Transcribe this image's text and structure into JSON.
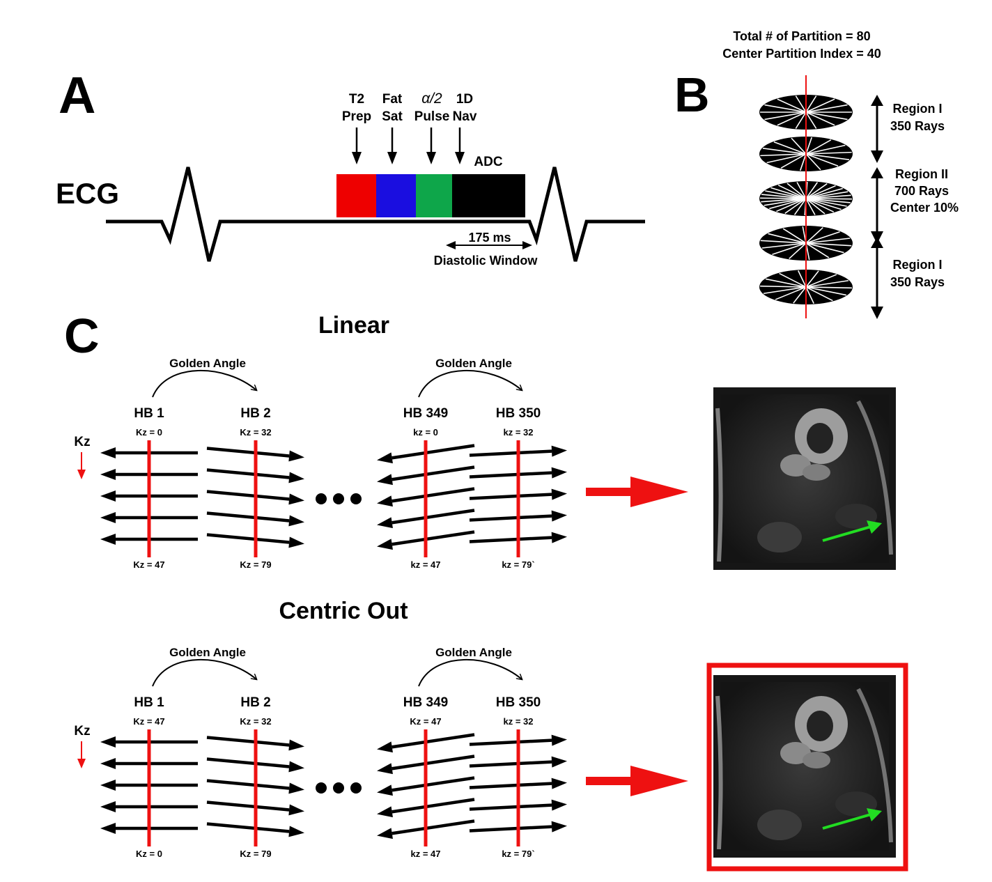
{
  "panels": {
    "a": "A",
    "b": "B",
    "c": "C"
  },
  "panel_a": {
    "ecg_label": "ECG",
    "modules": [
      {
        "label1": "T2",
        "label2": "Prep",
        "color": "#ee0000"
      },
      {
        "label1": "Fat",
        "label2": "Sat",
        "color": "#1a0ee0"
      },
      {
        "label1": "α/2",
        "label2": "Pulse",
        "color": "#0ea64a"
      },
      {
        "label1": "1D",
        "label2": "Nav",
        "color": "#000000"
      }
    ],
    "adc_label": "ADC",
    "window_duration": "175 ms",
    "window_label": "Diastolic Window"
  },
  "panel_b": {
    "line1": "Total # of Partition = 80",
    "line2": "Center Partition Index = 40",
    "regions": [
      {
        "lines": [
          "Region I",
          "350 Rays"
        ]
      },
      {
        "lines": [
          "Region II",
          "700 Rays",
          "Center 10%"
        ]
      },
      {
        "lines": [
          "Region I",
          "350 Rays"
        ]
      }
    ]
  },
  "panel_c": {
    "kz_label": "Kz",
    "golden_angle": "Golden Angle",
    "sections": [
      {
        "title": "Linear",
        "beats": [
          {
            "label": "HB 1",
            "kz_top": "Kz = 0",
            "kz_bottom": "Kz = 47"
          },
          {
            "label": "HB 2",
            "kz_top": "Kz = 32",
            "kz_bottom": "Kz = 79"
          },
          {
            "label": "HB 349",
            "kz_top": "kz = 0",
            "kz_bottom": "kz = 47"
          },
          {
            "label": "HB 350",
            "kz_top": "kz = 32",
            "kz_bottom": "kz = 79`"
          }
        ],
        "highlighted": false
      },
      {
        "title": "Centric Out",
        "beats": [
          {
            "label": "HB 1",
            "kz_top": "Kz = 47",
            "kz_bottom": "Kz = 0"
          },
          {
            "label": "HB 2",
            "kz_top": "Kz = 32",
            "kz_bottom": "Kz = 79"
          },
          {
            "label": "HB 349",
            "kz_top": "Kz = 47",
            "kz_bottom": "kz = 47"
          },
          {
            "label": "HB 350",
            "kz_top": "kz = 32",
            "kz_bottom": "kz = 79`"
          }
        ],
        "highlighted": true
      }
    ]
  },
  "colors": {
    "red": "#ee1111",
    "arrow_green": "#22dd22",
    "highlight_border": "#ee1111",
    "mri_background": "#161616"
  }
}
